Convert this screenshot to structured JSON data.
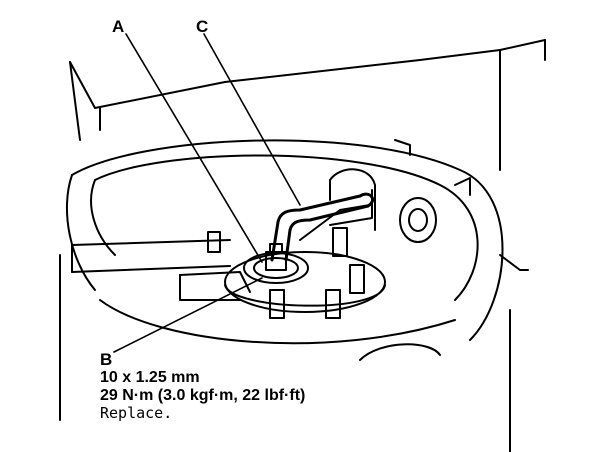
{
  "callouts": {
    "a": "A",
    "b": "B",
    "c": "C"
  },
  "spec": {
    "size": "10 x 1.25 mm",
    "torque": "29 N·m (3.0 kgf·m, 22 lbf·ft)",
    "note": "Replace."
  },
  "colors": {
    "ink": "#000000",
    "paper": "#ffffff"
  }
}
